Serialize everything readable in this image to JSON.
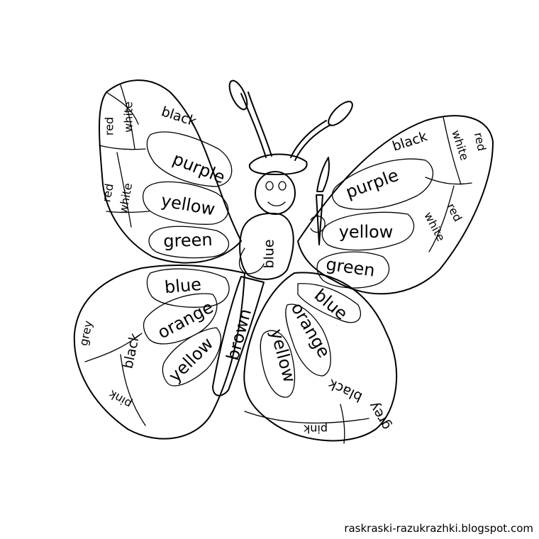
{
  "page": {
    "watermark": "raskraski-razukrazhki.blogspot.com"
  },
  "labels": {
    "ul_red_top": "red",
    "ul_white_top": "white",
    "ul_black": "black",
    "ul_purple": "purple",
    "ul_red_mid": "red",
    "ul_white_mid": "white",
    "ul_yellow": "yellow",
    "ul_green": "green",
    "ur_black": "black",
    "ur_white_top": "white",
    "ur_red_top": "red",
    "ur_purple": "purple",
    "ur_red_mid": "red",
    "ur_white_mid": "white",
    "ur_yellow": "yellow",
    "ur_green": "green",
    "body_blue": "blue",
    "ll_blue": "blue",
    "ll_orange": "orange",
    "ll_yellow": "yellow",
    "ll_grey": "grey",
    "ll_black": "black",
    "ll_pink": "pink",
    "tail_brown": "brown",
    "lr_yellow": "yellow",
    "lr_orange": "orange",
    "lr_blue": "blue",
    "lr_black": "black",
    "lr_grey": "grey",
    "lr_pink": "pink"
  }
}
